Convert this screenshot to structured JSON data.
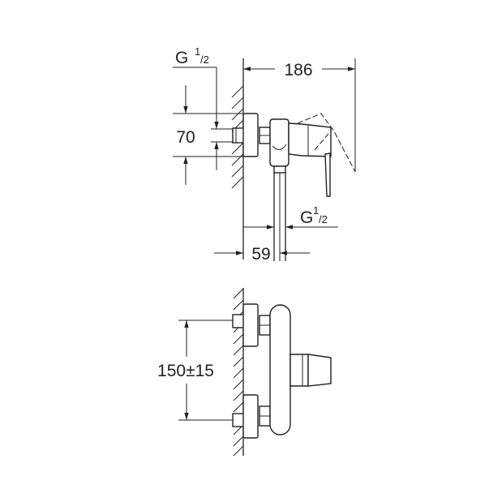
{
  "title": "Shower mixer dimension drawing",
  "side_view": {
    "overall_depth": "186",
    "inlet_spacing": "70",
    "outlet_offset": "59",
    "inlet_thread": {
      "main": "G",
      "sup": "1",
      "sub": "/2"
    },
    "outlet_thread": {
      "main": "G",
      "sup": "1",
      "sub": "/2"
    }
  },
  "front_view": {
    "inlet_centers": "150±15"
  }
}
